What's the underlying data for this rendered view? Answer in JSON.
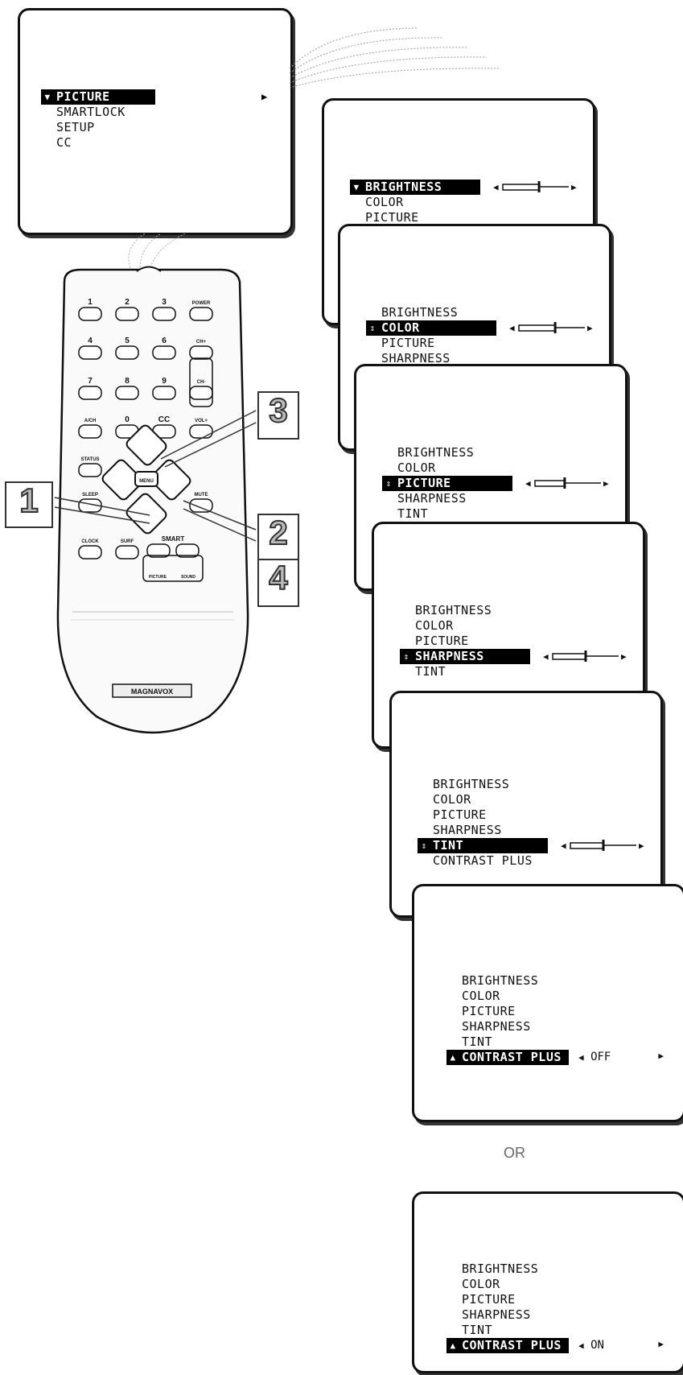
{
  "main_menu": {
    "items": [
      "PICTURE",
      "SMARTLOCK",
      "SETUP",
      "CC"
    ],
    "selected": 0
  },
  "picture_items": [
    "BRIGHTNESS",
    "COLOR",
    "PICTURE",
    "SHARPNESS",
    "TINT",
    "CONTRAST PLUS"
  ],
  "panels": [
    {
      "selected": 0,
      "level": 0.55
    },
    {
      "selected": 1,
      "level": 0.55
    },
    {
      "selected": 2,
      "level": 0.45
    },
    {
      "selected": 3,
      "level": 0.5
    },
    {
      "selected": 4,
      "level": 0.5
    },
    {
      "selected": 5,
      "value": "OFF"
    },
    {
      "selected": 5,
      "value": "ON"
    }
  ],
  "separator": "OR",
  "remote": {
    "brand": "MAGNAVOX",
    "keys": [
      "1",
      "2",
      "3",
      "POWER",
      "4",
      "5",
      "6",
      "CH+",
      "7",
      "8",
      "9",
      "CH-",
      "A/CH",
      "0",
      "CC",
      "VOL+",
      "STATUS",
      "MENU",
      "SLEEP",
      "MUTE",
      "CLOCK",
      "SURF",
      "SMART",
      "PICTURE",
      "SOUND"
    ]
  },
  "steps": [
    "1",
    "2",
    "3",
    "4"
  ]
}
